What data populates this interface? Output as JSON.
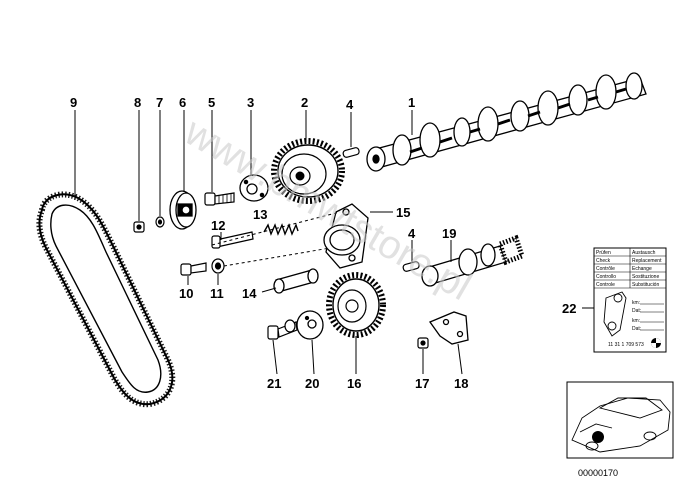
{
  "diagram": {
    "callouts": [
      "1",
      "2",
      "3",
      "4",
      "5",
      "6",
      "7",
      "8",
      "9",
      "10",
      "11",
      "12",
      "13",
      "14",
      "15",
      "16",
      "17",
      "18",
      "19",
      "20",
      "21",
      "22"
    ],
    "second_4": "4",
    "doc_number": "00000170",
    "watermark": "www.bmwtstore.pl",
    "label_card": {
      "rows": [
        {
          "left": "Prüfen",
          "right": "Austausch"
        },
        {
          "left": "Check",
          "right": "Replacement"
        },
        {
          "left": "Contrôle",
          "right": "Echange"
        },
        {
          "left": "Controllo",
          "right": "Sostituzione"
        },
        {
          "left": "Controle",
          "right": "Substitución"
        }
      ],
      "lines": [
        "km:",
        "Dat:",
        "km:",
        "Dat:"
      ],
      "part_number": "11 31 1 709 573"
    }
  },
  "colors": {
    "ink": "#000000",
    "watermark": "#c9c9c9"
  }
}
